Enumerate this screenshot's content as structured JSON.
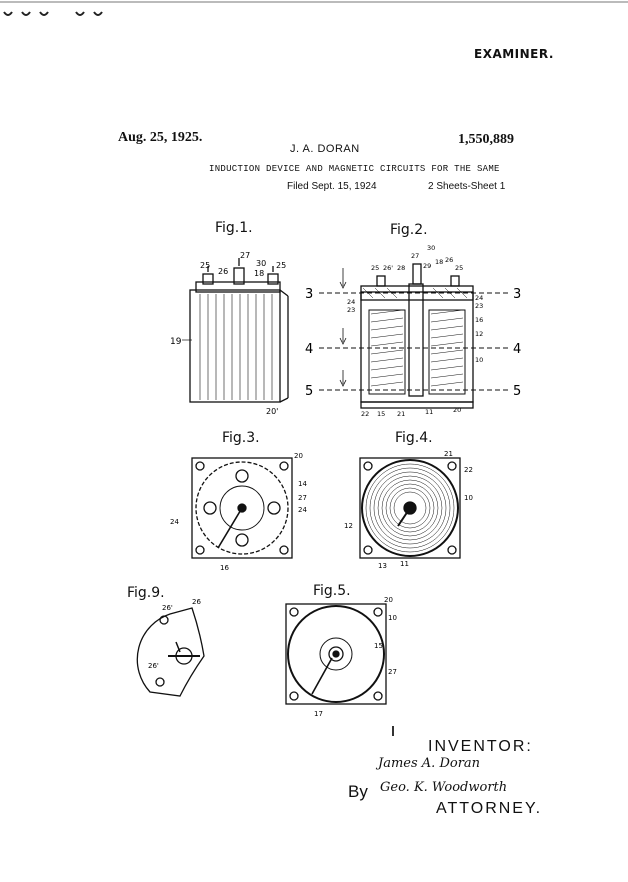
{
  "stamp": "EXAMINER.",
  "date": "Aug. 25, 1925.",
  "inventor_name": "J. A. DORAN",
  "patent_number": "1,550,889",
  "title": "INDUCTION DEVICE AND MAGNETIC CIRCUITS FOR THE SAME",
  "filed": "Filed Sept. 15, 1924",
  "sheets": "2 Sheets-Sheet 1",
  "figures": {
    "fig1": "Fig.1.",
    "fig2": "Fig.2.",
    "fig3": "Fig.3.",
    "fig4": "Fig.4.",
    "fig9": "Fig.9.",
    "fig5": "Fig.5."
  },
  "section_marks": [
    "3",
    "4",
    "5"
  ],
  "refs": {
    "fig1": [
      "25",
      "26",
      "27",
      "30",
      "18",
      "25",
      "19",
      "20'"
    ],
    "fig2": [
      "25",
      "26'",
      "28",
      "27",
      "29",
      "18",
      "26",
      "25",
      "30",
      "24",
      "23",
      "24",
      "23",
      "16",
      "12",
      "10",
      "22",
      "15",
      "21",
      "11",
      "20"
    ],
    "fig3": [
      "20",
      "14",
      "27",
      "24",
      "24",
      "16"
    ],
    "fig4": [
      "21",
      "22",
      "10",
      "12",
      "13",
      "11"
    ],
    "fig9": [
      "26'",
      "26",
      "26'"
    ],
    "fig5": [
      "20",
      "10",
      "15",
      "27",
      "17"
    ]
  },
  "signature": {
    "inventor_label": "INVENTOR:",
    "inventor_sig": "James A. Doran",
    "by": "By",
    "attorney_sig": "Geo. K. Woodworth",
    "attorney_label": "ATTORNEY."
  }
}
